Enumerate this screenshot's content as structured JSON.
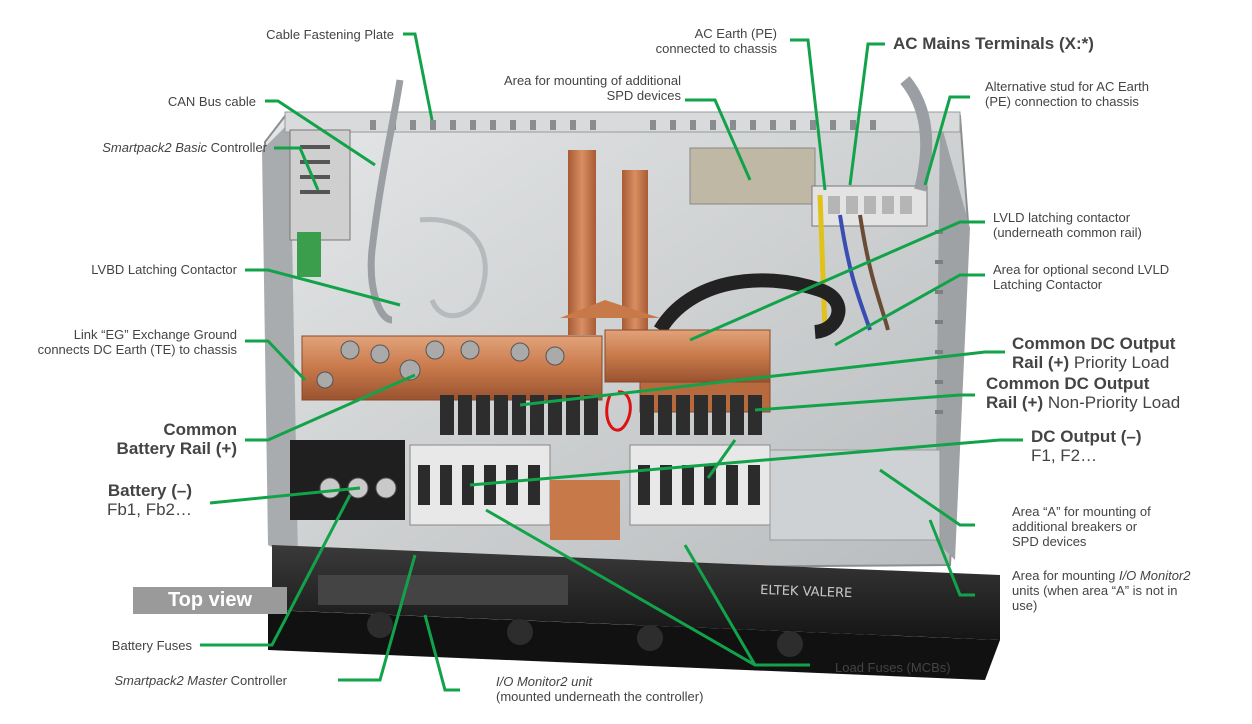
{
  "labels": {
    "cable_plate": "Cable Fastening Plate",
    "can_bus": "CAN Bus cable",
    "sp2_basic_italic": "Smartpack2 Basic",
    "sp2_basic_rest": " Controller",
    "lvbd": "LVBD Latching Contactor",
    "link_eg_1": "Link “EG” Exchange Ground",
    "link_eg_2": "connects DC Earth (TE) to chassis",
    "battery_rail_1": "Common",
    "battery_rail_2": "Battery Rail (+)",
    "battery_neg_1": "Battery (–)",
    "battery_neg_2": "Fb1, Fb2…",
    "top_view": "Top view",
    "battery_fuses": "Battery Fuses",
    "sp2_master_italic": "Smartpack2 Master",
    "sp2_master_rest": " Controller",
    "io_monitor_italic": "I/O Monitor2 unit",
    "io_monitor_2": "(mounted underneath the controller)",
    "load_fuses": "Load Fuses (MCBs)",
    "spd_area_1": "Area for mounting of additional",
    "spd_area_2": "SPD devices",
    "ac_earth_1": "AC Earth (PE)",
    "ac_earth_2": "connected to chassis",
    "ac_mains": "AC Mains Terminals (X:*)",
    "alt_stud_1": "Alternative stud for AC Earth",
    "alt_stud_2": "(PE) connection to chassis",
    "lvld_1": "LVLD latching contactor",
    "lvld_2": "(underneath common rail)",
    "opt_lvld_1": "Area for optional second LVLD",
    "opt_lvld_2": "Latching Contactor",
    "prio_1": "Common DC Output",
    "prio_2_bold": "Rail (+)",
    "prio_2_rest": " Priority Load",
    "nonprio_1": "Common DC Output",
    "nonprio_2_bold": "Rail (+)",
    "nonprio_2_rest": " Non-Priority Load",
    "dc_out_1": "DC Output (–)",
    "dc_out_2": "F1, F2…",
    "area_a_1": "Area “A” for mounting of",
    "area_a_2": "additional breakers or",
    "area_a_3": "SPD devices",
    "io_area_1a": "Area for mounting ",
    "io_area_1b": "I/O Monitor2",
    "io_area_2": "units (when area “A” is not in",
    "io_area_3": "use)",
    "brand": "ELTEK VALERE"
  },
  "colors": {
    "leader": "#12a34a",
    "copper": "#c8794a",
    "chassis": "#cfd2d4",
    "front_panel": "#2a2a2a",
    "top_view_bg": "#9a9a9a"
  }
}
